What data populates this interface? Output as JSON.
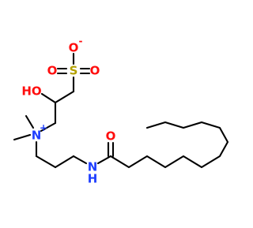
{
  "colors": {
    "background": "#ffffff",
    "carbon_bond": "#000000",
    "oxygen": "#ff0d0d",
    "nitrogen": "#1f3fff",
    "sulfur": "#b3a100"
  },
  "atoms": {
    "sulfonate_o_minus": {
      "element": "O",
      "charge": "-"
    },
    "sulfonate_o_left": {
      "element": "O"
    },
    "sulfonate_s": {
      "element": "S"
    },
    "sulfonate_o_right": {
      "element": "O"
    },
    "hydroxyl": {
      "element": "HO"
    },
    "ammonium_n": {
      "element": "N",
      "charge": "+"
    },
    "carbonyl_o": {
      "element": "O"
    },
    "amide_n": {
      "element": "N"
    },
    "amide_h": {
      "element": "H"
    }
  }
}
